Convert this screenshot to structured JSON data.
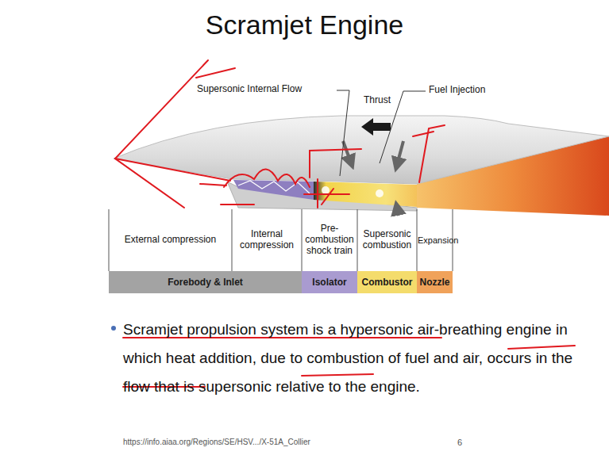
{
  "diagram": {
    "title": "Scramjet Engine",
    "nodes": [
      {
        "text": [
          "Forebody & Inlet"
        ]
      },
      {
        "text": [
          "Isolator"
        ]
      },
      {
        "text": [
          "Combustor"
        ]
      },
      {
        "text": [
          "Nozzle"
        ]
      }
    ],
    "labels": [
      "Supersonic Internal Flow",
      "Thrust",
      "Fuel Injection",
      "External compression",
      "Internal compression",
      "Pre-combustion shock train",
      "Supersonic combustion",
      "Expansion",
      "Scramjet propulsion system is a hypersonic air-breathing engine in which heat addition, due to combustion of fuel and air, occurs in the flow that is supersonic relative to the engine.",
      "https://info.aiaa.org/Regions/SE/HSV.../X-51A_Collier",
      "6"
    ]
  }
}
